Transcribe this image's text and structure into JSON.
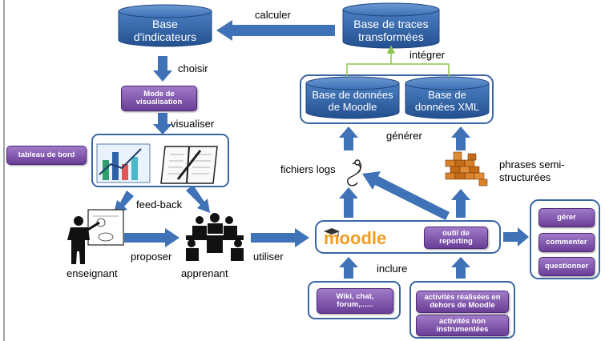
{
  "colors": {
    "arrow": "#3f72b6",
    "cylinder": "#2f62a4",
    "pill": "#7b4fa8",
    "frame": "#3a66a3",
    "integrate_arrow": "#8cc34a"
  },
  "cylinders": {
    "indicateurs": "Base\nd'indicateurs",
    "traces": "Base de traces\ntransformées",
    "moodle_db": "Base de données\nde Moodle",
    "xml_db": "Base de\ndonnées XML"
  },
  "labels": {
    "calculer": "calculer",
    "choisir": "choisir",
    "visualiser": "visualiser",
    "integrer": "intégrer",
    "generer": "générer",
    "fichiers_logs": "fichiers logs",
    "phrases": "phrases semi-\nstructurées",
    "feedback": "feed-back",
    "proposer": "proposer",
    "utiliser": "utiliser",
    "inclure": "inclure",
    "enseignant": "enseignant",
    "apprenant": "apprenant"
  },
  "pills": {
    "mode_visualisation": "Mode de\nvisualisation",
    "tableau_de_bord": "tableau de bord",
    "outil_reporting": "outil de\nreporting",
    "wiki": "Wiki, chat,\nforum,......",
    "activites_hors": "activités réalisées en\ndehors de Moodle",
    "activites_non": "activités non\ninstrumentées",
    "gerer": "gérer",
    "commenter": "commenter",
    "questionner": "questionner"
  },
  "moodle_logo": "moodle",
  "icons": [
    "bar-chart-icon",
    "notebook-icon",
    "teacher-icon",
    "students-icon",
    "log-file-icon",
    "bricks-icon",
    "graduation-cap-icon"
  ]
}
